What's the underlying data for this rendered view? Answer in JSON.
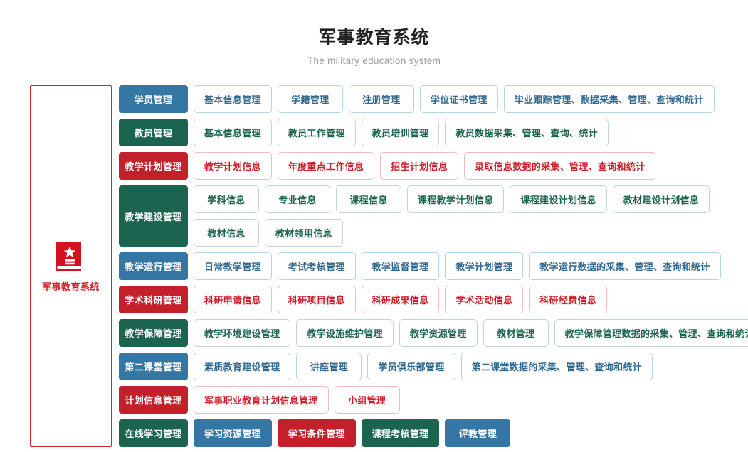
{
  "header": {
    "title": "军事教育系统",
    "subtitle": "The military education system"
  },
  "brand": {
    "icon": "book-star-icon",
    "label": "军事教育系统",
    "color": "#cf1f2a"
  },
  "colors": {
    "blue": "#3477a4",
    "green": "#1b6450",
    "red": "#c4202b",
    "blue_border": "#b7d3e6",
    "green_border": "#c0d8cf",
    "red_border": "#f0bcc0"
  },
  "rows": [
    {
      "category": "学员管理",
      "theme": "blue",
      "lines": [
        [
          "基本信息管理",
          "学籍管理",
          "注册管理",
          "学位证书管理",
          "毕业跟踪管理、数据采集、管理、查询和统计"
        ]
      ]
    },
    {
      "category": "教员管理",
      "theme": "green",
      "lines": [
        [
          "基本信息管理",
          "教员工作管理",
          "教员培训管理",
          "教员数据采集、管理、查询、统计"
        ]
      ]
    },
    {
      "category": "教学计划管理",
      "theme": "red",
      "lines": [
        [
          "教学计划信息",
          "年度重点工作信息",
          "招生计划信息",
          "录取信息数据的采集、管理、查询和统计"
        ]
      ]
    },
    {
      "category": "教学建设管理",
      "theme": "green",
      "lines": [
        [
          "学科信息",
          "专业信息",
          "课程信息",
          "课程教学计划信息",
          "课程建设计划信息",
          "教材建设计划信息"
        ],
        [
          "教材信息",
          "教材领用信息"
        ]
      ]
    },
    {
      "category": "教学运行管理",
      "theme": "blue",
      "lines": [
        [
          "日常教学管理",
          "考试考核管理",
          "教学监督管理",
          "教学计划管理",
          "教学运行数据的采集、管理、查询和统计"
        ]
      ]
    },
    {
      "category": "学术科研管理",
      "theme": "red",
      "lines": [
        [
          "科研申请信息",
          "科研项目信息",
          "科研成果信息",
          "学术活动信息",
          "科研经费信息"
        ]
      ]
    },
    {
      "category": "教学保障管理",
      "theme": "green",
      "lines": [
        [
          "教学环境建设管理",
          "教学设施维护管理",
          "教学资源管理",
          "教材管理",
          "教学保障管理数据的采集、管理、查询和统计"
        ]
      ]
    },
    {
      "category": "第二课堂管理",
      "theme": "blue",
      "lines": [
        [
          "素质教育建设管理",
          "讲座管理",
          "学员俱乐部管理",
          "第二课堂数据的采集、管理、查询和统计"
        ]
      ]
    },
    {
      "category": "计划信息管理",
      "theme": "red",
      "lines": [
        [
          "军事职业教育计划信息管理",
          "小组管理"
        ]
      ]
    },
    {
      "category": "在线学习管理",
      "theme": "green",
      "solid_items": true,
      "lines": [
        [
          "学习资源管理",
          "学习条件管理",
          "课程考核管理",
          "评教管理"
        ]
      ],
      "item_themes": [
        [
          "blue",
          "red",
          "green",
          "blue"
        ]
      ]
    }
  ]
}
